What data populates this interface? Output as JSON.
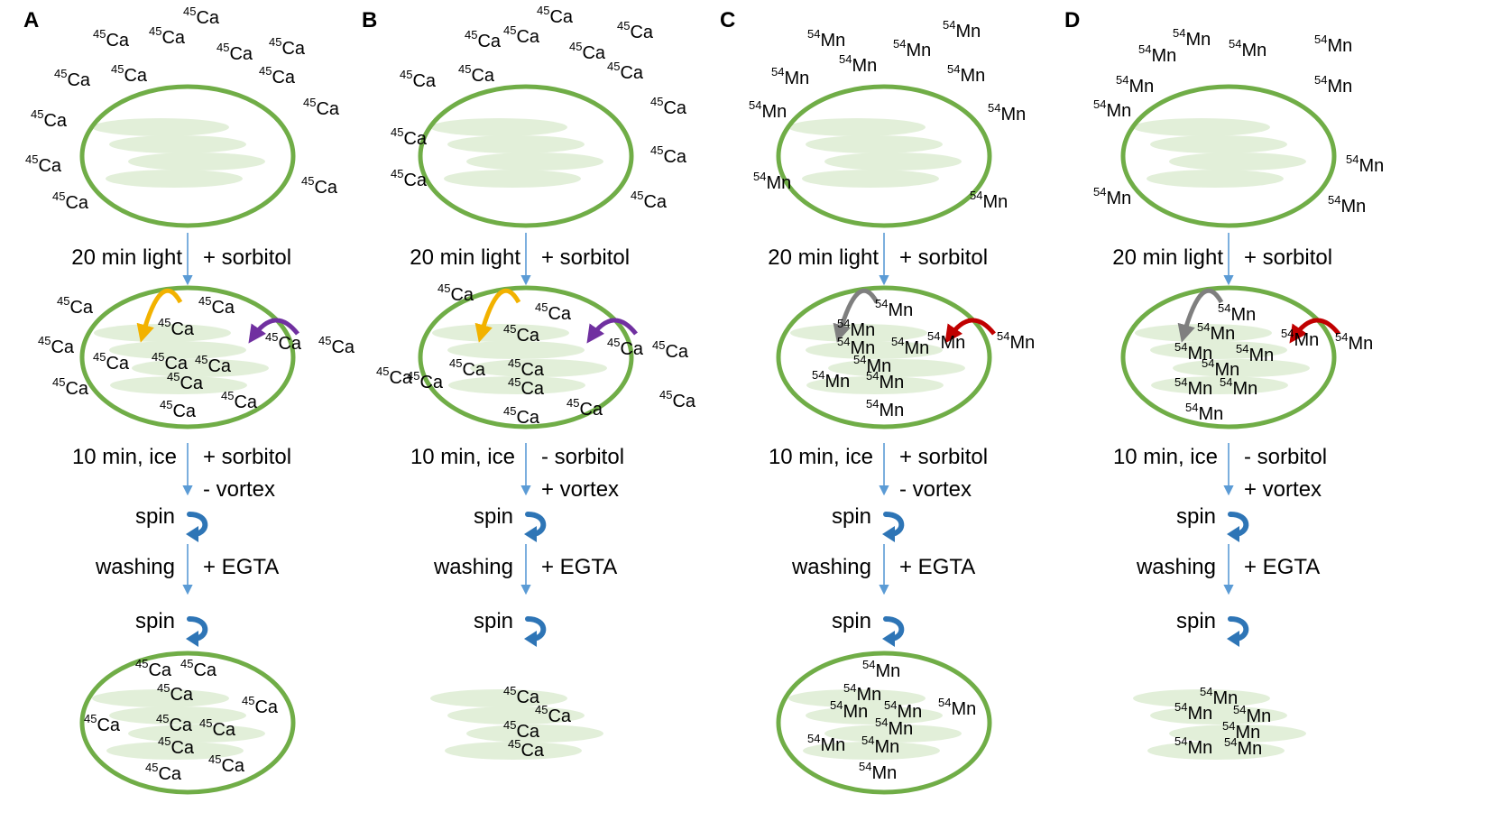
{
  "panels": [
    {
      "letter": "A",
      "ion": {
        "mass": "45",
        "symbol": "Ca"
      },
      "step1": {
        "left": "20 min light",
        "right": "+ sorbitol"
      },
      "step2": {
        "left": "10 min, ice",
        "right1": "+ sorbitol",
        "right2": "- vortex"
      },
      "spin1": "spin",
      "step3": {
        "left": "washing",
        "right": "+ EGTA"
      },
      "spin2": "spin",
      "arrow_colors": {
        "inner": "#f2b200",
        "outer": "#7030a0"
      },
      "final_envelope": true
    },
    {
      "letter": "B",
      "ion": {
        "mass": "45",
        "symbol": "Ca"
      },
      "step1": {
        "left": "20 min light",
        "right": "+ sorbitol"
      },
      "step2": {
        "left": "10 min, ice",
        "right1": "- sorbitol",
        "right2": "+ vortex"
      },
      "spin1": "spin",
      "step3": {
        "left": "washing",
        "right": "+ EGTA"
      },
      "spin2": "spin",
      "arrow_colors": {
        "inner": "#f2b200",
        "outer": "#7030a0"
      },
      "final_envelope": false
    },
    {
      "letter": "C",
      "ion": {
        "mass": "54",
        "symbol": "Mn"
      },
      "step1": {
        "left": "20 min light",
        "right": "+ sorbitol"
      },
      "step2": {
        "left": "10 min, ice",
        "right1": "+ sorbitol",
        "right2": "- vortex"
      },
      "spin1": "spin",
      "step3": {
        "left": "washing",
        "right": "+ EGTA"
      },
      "spin2": "spin",
      "arrow_colors": {
        "inner": "#7f7f7f",
        "outer": "#c00000"
      },
      "final_envelope": true
    },
    {
      "letter": "D",
      "ion": {
        "mass": "54",
        "symbol": "Mn"
      },
      "step1": {
        "left": "20 min light",
        "right": "+ sorbitol"
      },
      "step2": {
        "left": "10 min, ice",
        "right1": "- sorbitol",
        "right2": "+ vortex"
      },
      "spin1": "spin",
      "step3": {
        "left": "washing",
        "right": "+ EGTA"
      },
      "spin2": "spin",
      "arrow_colors": {
        "inner": "#7f7f7f",
        "outer": "#c00000"
      },
      "final_envelope": false
    }
  ],
  "colors": {
    "envelope": "#70ad47",
    "thylakoid": "#e2efd9",
    "flow_arrow": "#5b9bd5",
    "spin_arrow": "#2e75b6"
  }
}
